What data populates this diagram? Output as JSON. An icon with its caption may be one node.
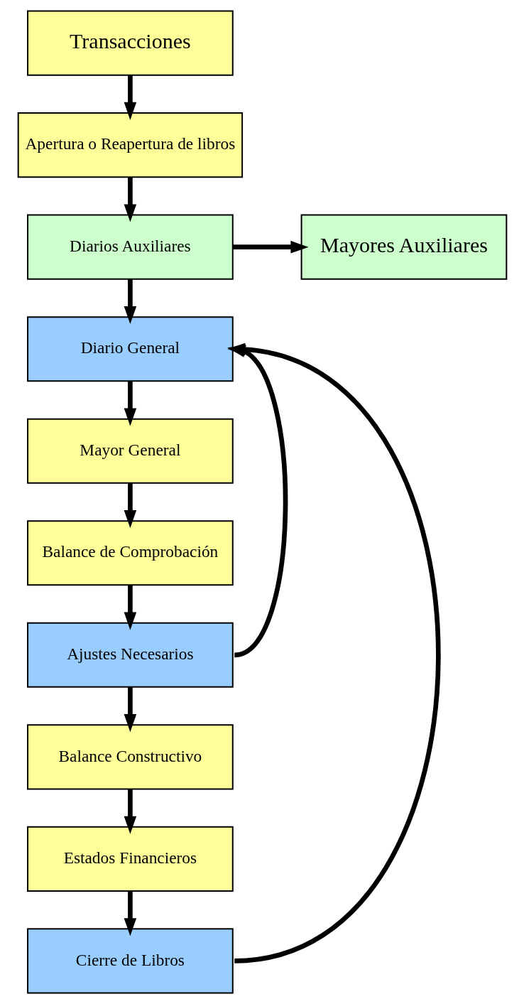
{
  "diagram": {
    "nodes": [
      {
        "text": [
          "Transacciones"
        ]
      },
      {
        "text": [
          "Apertura o Reapertura de libros"
        ]
      },
      {
        "text": [
          "Diarios Auxiliares"
        ]
      },
      {
        "text": [
          "Mayores Auxiliares"
        ]
      },
      {
        "text": [
          "Diario General"
        ]
      },
      {
        "text": [
          "Mayor General"
        ]
      },
      {
        "text": [
          "Balance de Comprobación"
        ]
      },
      {
        "text": [
          "Ajustes Necesarios"
        ]
      },
      {
        "text": [
          "Balance Constructivo"
        ]
      },
      {
        "text": [
          "Estados Financieros"
        ]
      },
      {
        "text": [
          "Cierre de Libros"
        ]
      }
    ],
    "edges": [
      {
        "from": 0,
        "to": 1,
        "arrow": "to"
      },
      {
        "from": 1,
        "to": 2,
        "arrow": "to"
      },
      {
        "from": 2,
        "to": 3,
        "arrow": "to"
      },
      {
        "from": 2,
        "to": 4,
        "arrow": "to"
      },
      {
        "from": 4,
        "to": 5,
        "arrow": "to"
      },
      {
        "from": 5,
        "to": 6,
        "arrow": "to"
      },
      {
        "from": 6,
        "to": 7,
        "arrow": "to"
      },
      {
        "from": 7,
        "to": 8,
        "arrow": "to"
      },
      {
        "from": 8,
        "to": 9,
        "arrow": "to"
      },
      {
        "from": 9,
        "to": 10,
        "arrow": "to"
      },
      {
        "from": 7,
        "to": 4,
        "arrow": "to"
      },
      {
        "from": 10,
        "to": 4,
        "arrow": "to"
      }
    ]
  }
}
